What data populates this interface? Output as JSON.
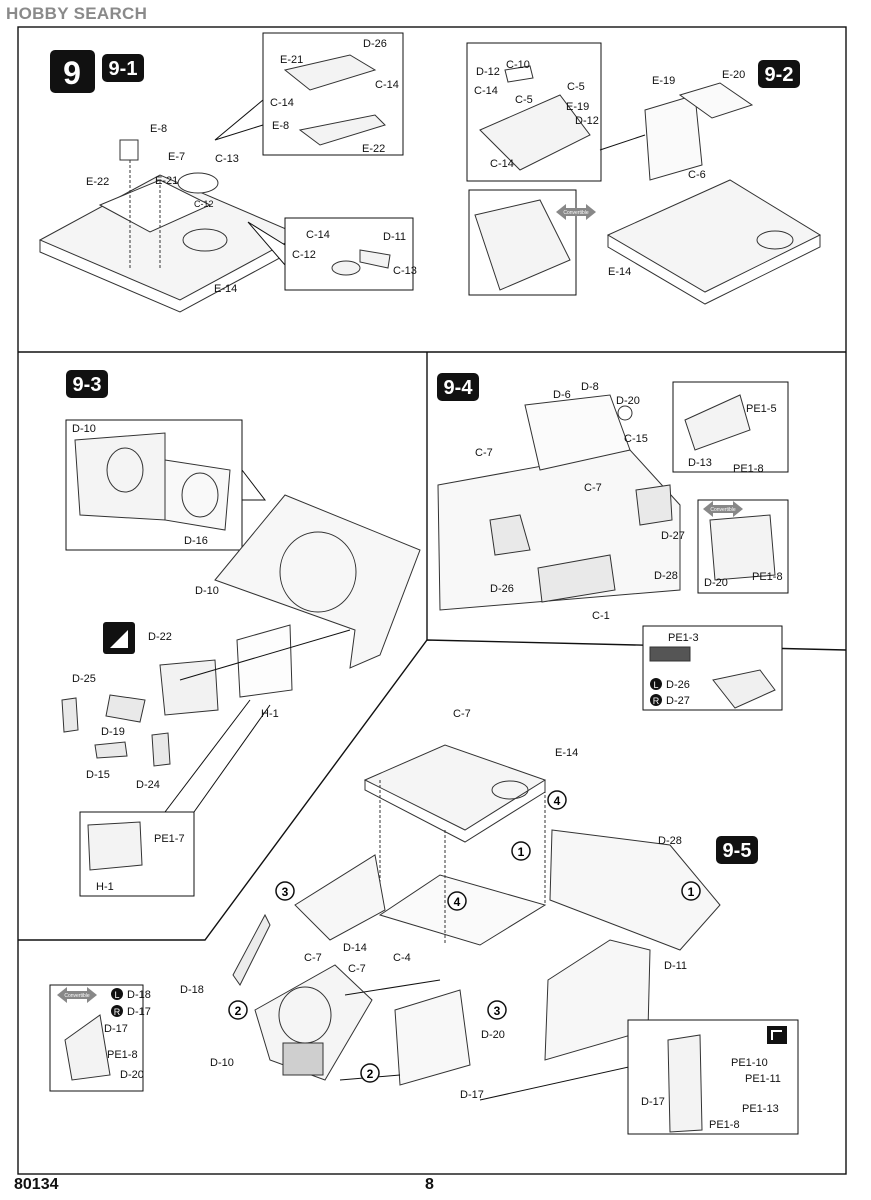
{
  "watermark": "HOBBY SEARCH",
  "step_main": "9",
  "steps": {
    "s1": "9-1",
    "s2": "9-2",
    "s3": "9-3",
    "s4": "9-4",
    "s5": "9-5"
  },
  "convertible": "Convertible",
  "legend": {
    "left": "L",
    "right": "R"
  },
  "footer": {
    "product_code": "80134",
    "page_number": "8"
  },
  "parts": {
    "p91": [
      "D-26",
      "E-21",
      "C-14",
      "C-14",
      "E-8",
      "E-22",
      "E-8",
      "E-7",
      "C-13",
      "C-12",
      "E-22",
      "E-21",
      "E-14",
      "C-14",
      "D-11",
      "C-12",
      "C-13"
    ],
    "p92": [
      "C-10",
      "D-12",
      "C-5",
      "C-14",
      "C-5",
      "E-19",
      "D-12",
      "C-14",
      "E-19",
      "E-20",
      "C-6",
      "E-14"
    ],
    "p93": [
      "D-10",
      "D-16",
      "D-10",
      "D-22",
      "H-1",
      "D-25",
      "D-19",
      "D-15",
      "D-24",
      "PE1-7",
      "H-1"
    ],
    "p94": [
      "D-6",
      "D-8",
      "D-20",
      "PE1-5",
      "C-15",
      "D-13",
      "PE1-8",
      "C-7",
      "C-7",
      "D-27",
      "D-26",
      "D-28",
      "C-1",
      "D-20",
      "PE1-8",
      "PE1-3",
      "D-26",
      "D-27"
    ],
    "p95": [
      "C-7",
      "E-14",
      "D-28",
      "D-14",
      "C-4",
      "D-11",
      "D-18",
      "C-7",
      "C-7",
      "D-10",
      "D-20",
      "D-17",
      "D-18",
      "D-17",
      "D-17",
      "PE1-8",
      "D-20",
      "PE1-10",
      "PE1-11",
      "PE1-13",
      "D-17",
      "PE1-8"
    ]
  },
  "callouts": [
    "1",
    "2",
    "3",
    "4",
    "1",
    "1",
    "2",
    "3",
    "2",
    "3",
    "4"
  ]
}
